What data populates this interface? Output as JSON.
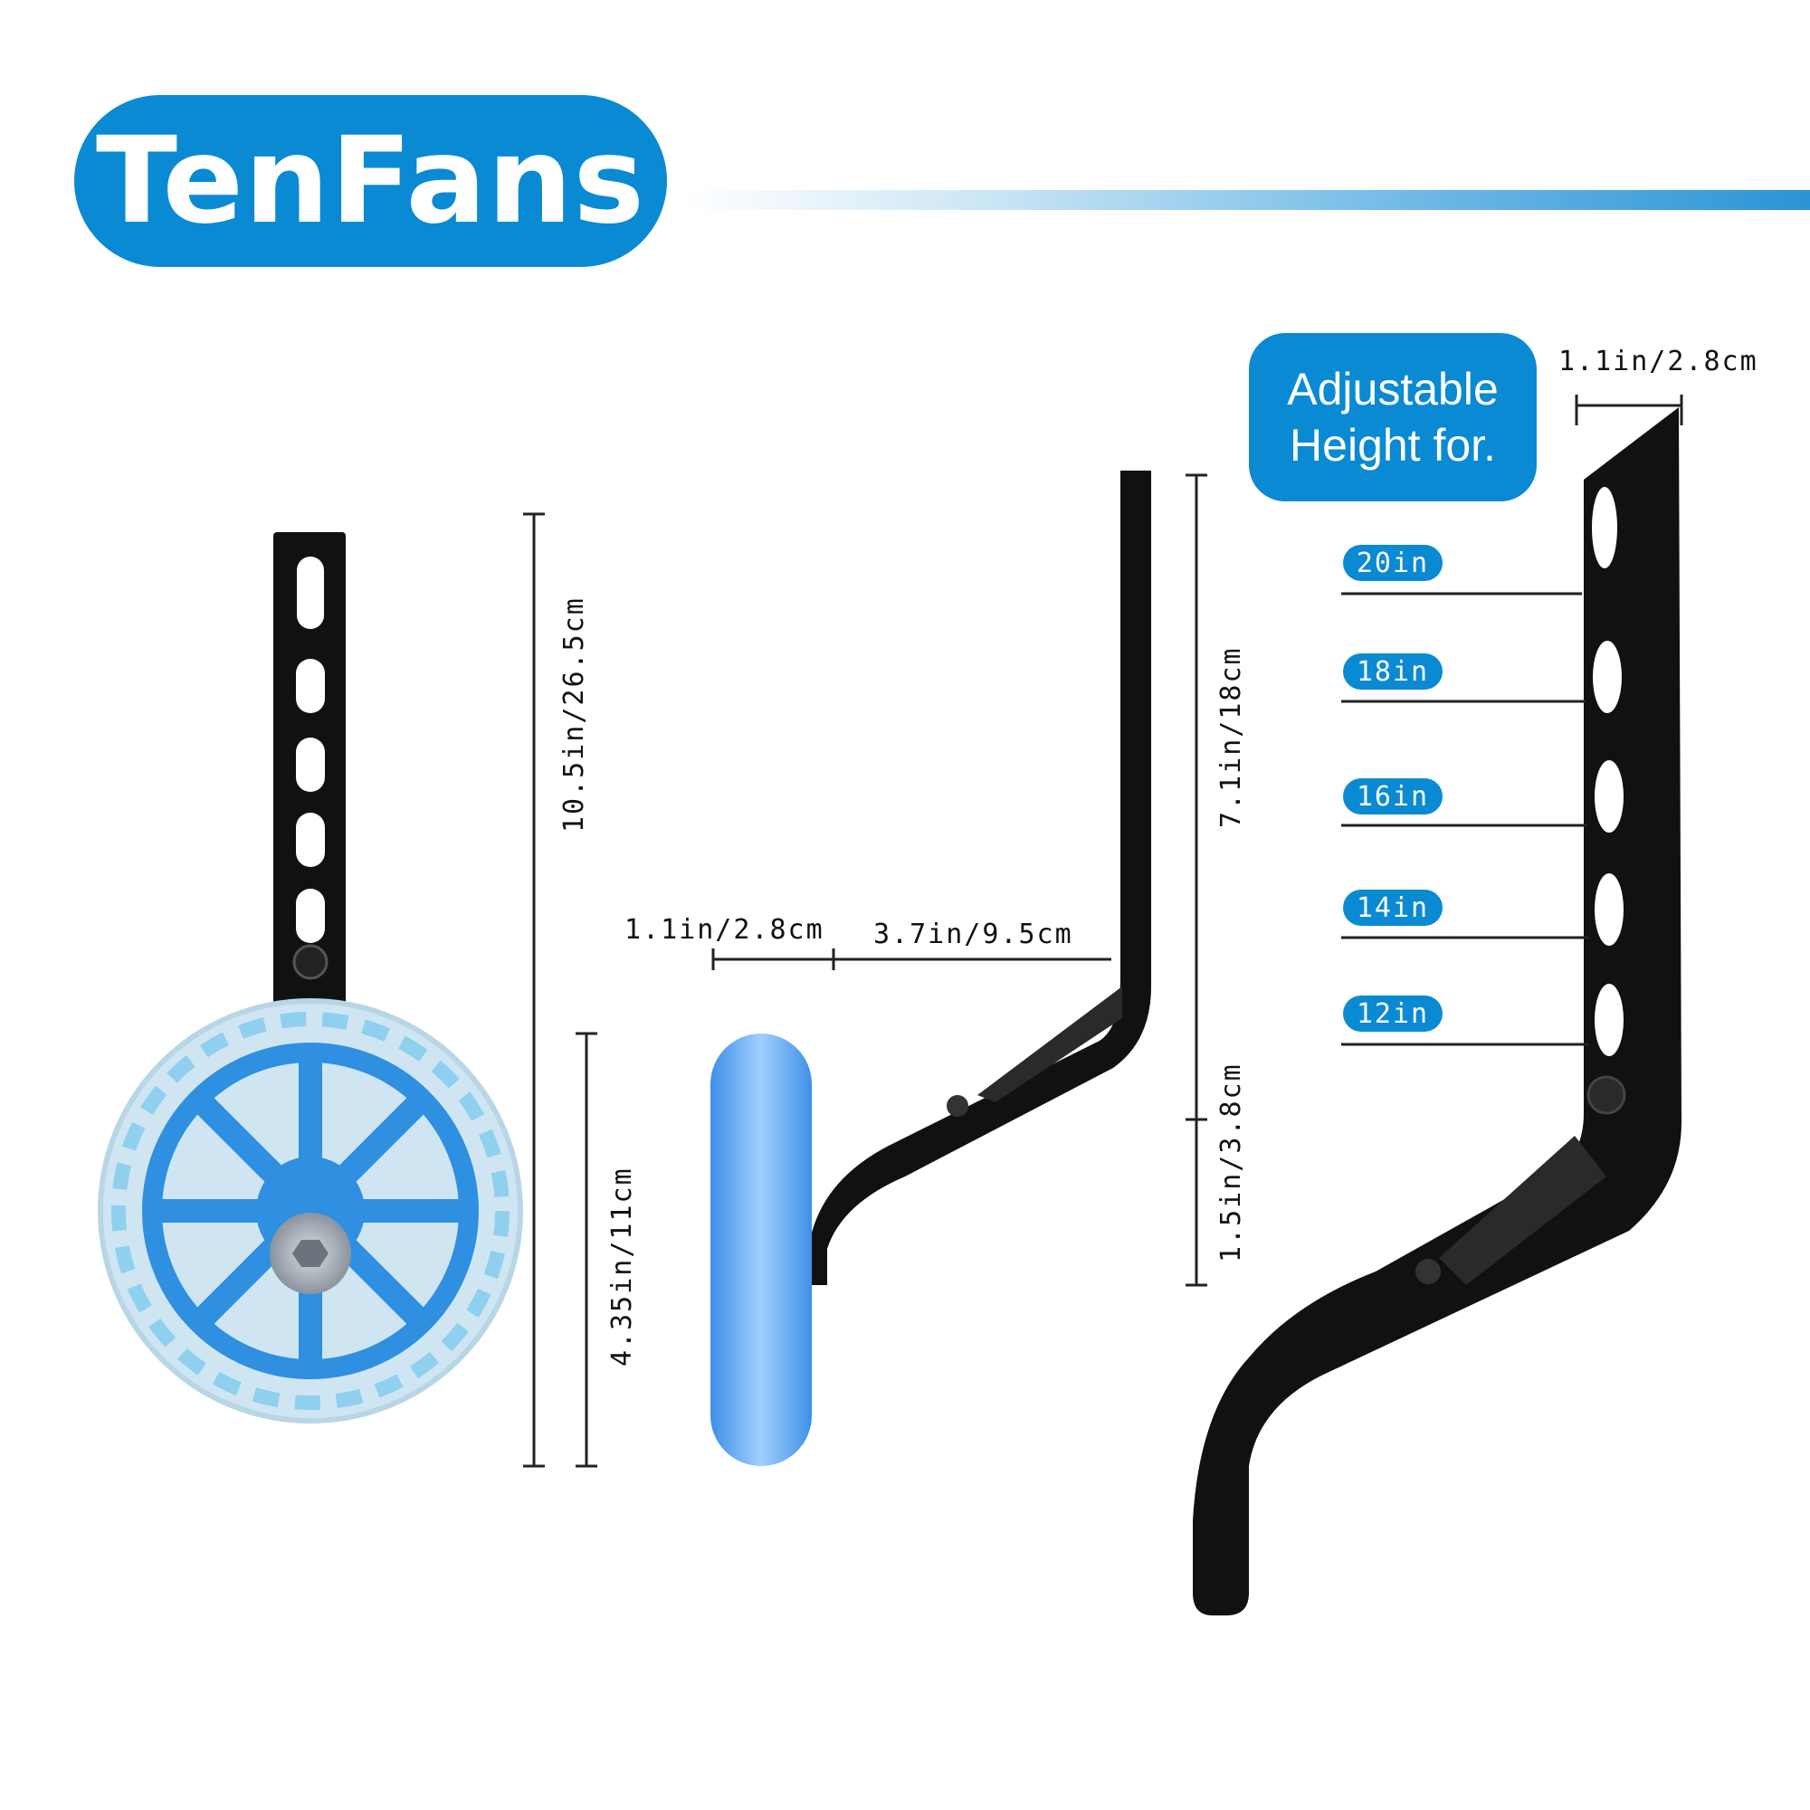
{
  "brand": {
    "name": "TenFans"
  },
  "badge": {
    "line1": "Adjustable",
    "line2": "Height for."
  },
  "sizes": [
    "20in",
    "18in",
    "16in",
    "14in",
    "12in"
  ],
  "dimensions": {
    "total_height": "10.5in/26.5cm",
    "wheel_diameter": "4.35in/11cm",
    "offset_width": "1.1in/2.8cm",
    "arm_length": "3.7in/9.5cm",
    "upper_height": "7.1in/18cm",
    "lower_height": "1.5in/3.8cm",
    "bracket_width": "1.1in/2.8cm"
  },
  "colors": {
    "brand_blue": "#0a8ad3",
    "wheel_blue": "#2f8fe0",
    "bracket": "#111111"
  }
}
